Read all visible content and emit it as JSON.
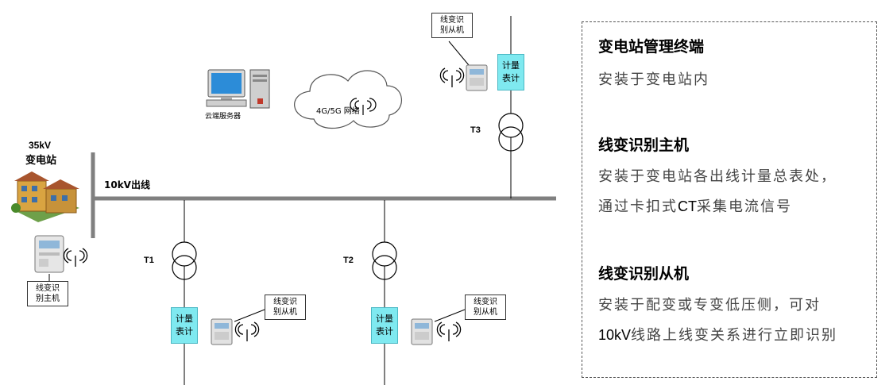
{
  "substation": {
    "voltage": "35kV",
    "name": "变电站"
  },
  "busbar": {
    "label": "10kV出线"
  },
  "server": {
    "label": "云端服务器"
  },
  "cloud": {
    "label": "4G/5G 网络"
  },
  "transformers": [
    "T1",
    "T2",
    "T3"
  ],
  "meter_box": {
    "line1": "计量",
    "line2": "表计"
  },
  "notes": {
    "host": {
      "line1": "线变识",
      "line2": "别主机"
    },
    "slave": {
      "line1": "线变识",
      "line2": "别从机"
    }
  },
  "panel": {
    "section1": {
      "title": "变电站管理终端",
      "lines": [
        "安装于变电站内"
      ]
    },
    "section2": {
      "title": "线变识别主机",
      "lines": [
        "安装于变电站各出线计量总表处，",
        "通过卡扣式",
        "CT",
        "采集电流信号"
      ]
    },
    "section3": {
      "title": "线变识别从机",
      "lines": [
        "安装于配变或专变低压侧，可对",
        "10kV",
        "线路上线变关系进行立即识别"
      ]
    }
  },
  "colors": {
    "bus": "#808080",
    "meter_box": "#7fe9f0",
    "line": "#000000"
  }
}
